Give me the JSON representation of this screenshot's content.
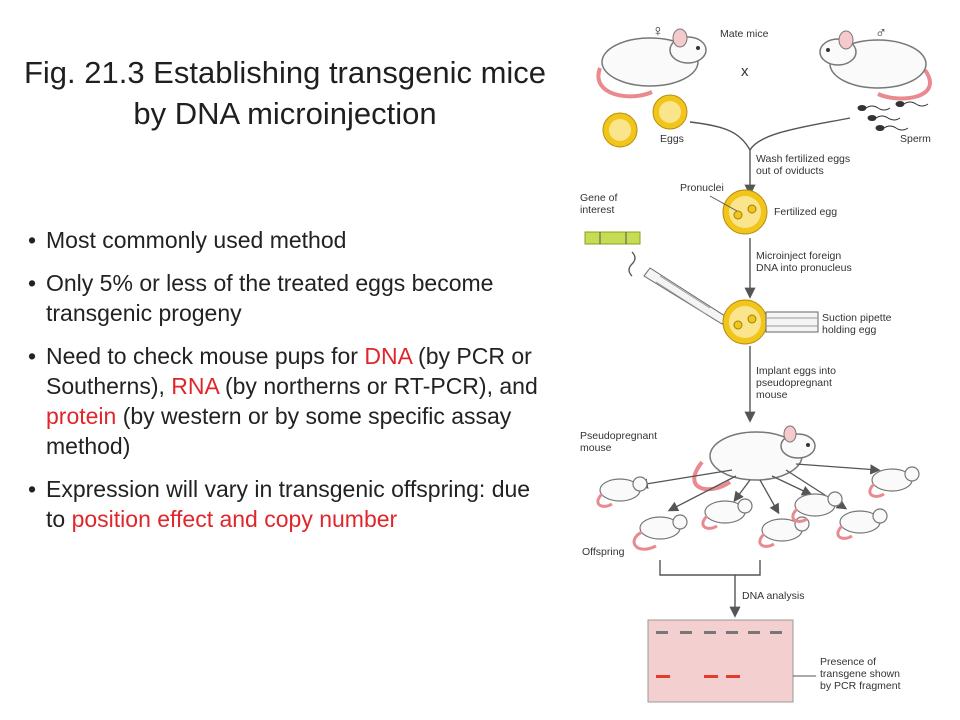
{
  "slide": {
    "title": "Fig. 21.3 Establishing transgenic mice by DNA microinjection",
    "bullet_symbol": "•",
    "accent_color": "#e0262b",
    "bullets": [
      {
        "segments": [
          {
            "text": "Most commonly used method",
            "red": false
          }
        ]
      },
      {
        "segments": [
          {
            "text": "Only 5% or less of the treated eggs become transgenic progeny",
            "red": false
          }
        ]
      },
      {
        "segments": [
          {
            "text": "Need to check mouse pups for ",
            "red": false
          },
          {
            "text": "DNA",
            "red": true
          },
          {
            "text": " (by PCR or Southerns), ",
            "red": false
          },
          {
            "text": "RNA",
            "red": true
          },
          {
            "text": " (by northerns or RT-PCR), and ",
            "red": false
          },
          {
            "text": "protein",
            "red": true
          },
          {
            "text": " (by western or by some specific assay method)",
            "red": false
          }
        ]
      },
      {
        "segments": [
          {
            "text": "Expression will vary in transgenic offspring: due to ",
            "red": false
          },
          {
            "text": "position effect and copy number",
            "red": true
          }
        ]
      }
    ]
  },
  "figure": {
    "female_symbol": "♀",
    "male_symbol": "♂",
    "cross_symbol": "x",
    "labels": {
      "mate_mice": "Mate mice",
      "eggs": "Eggs",
      "sperm": "Sperm",
      "wash": "Wash fertilized eggs\nout of oviducts",
      "pronuclei": "Pronuclei",
      "fertilized_egg": "Fertilized egg",
      "gene_of_interest": "Gene of\ninterest",
      "microinject": "Microinject foreign\nDNA into pronucleus",
      "suction_pipette": "Suction pipette\nholding egg",
      "implant": "Implant eggs into\npseudopregnant\nmouse",
      "pseudopregnant": "Pseudopregnant\nmouse",
      "offspring": "Offspring",
      "dna_analysis": "DNA analysis",
      "presence": "Presence of\ntransgene shown\nby PCR fragment"
    },
    "colors": {
      "egg_yellow": "#f2c51a",
      "egg_inner": "#fbe58c",
      "mouse_pink": "#e88a8f",
      "gene_green": "#c7dc55",
      "gel_bg": "#f3cfcf",
      "band_red": "#e43a2f"
    }
  }
}
